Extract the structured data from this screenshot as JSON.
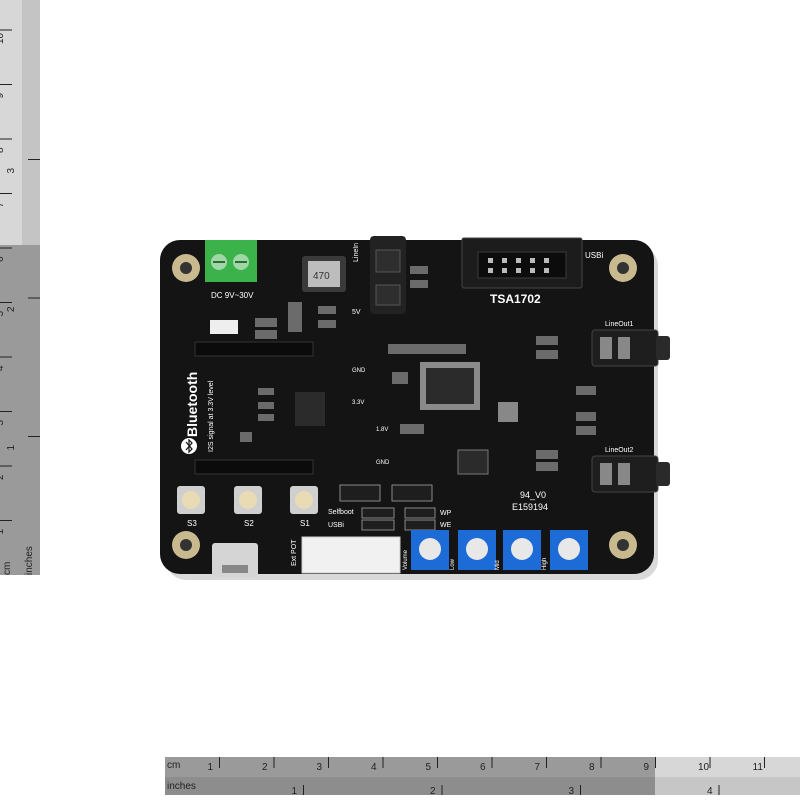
{
  "ruler": {
    "unit_cm": "cm",
    "unit_in": "inches",
    "h_cm_ticks": [
      "1",
      "2",
      "3",
      "4",
      "5",
      "6",
      "7",
      "8",
      "9",
      "10",
      "11"
    ],
    "h_in_ticks": [
      "1",
      "2",
      "3",
      "4"
    ],
    "v_cm_ticks": [
      "1",
      "2",
      "3",
      "4",
      "5",
      "6",
      "7",
      "8",
      "9",
      "10"
    ],
    "v_in_ticks": [
      "1",
      "2",
      "3"
    ]
  },
  "board": {
    "chip_label": "TSA1702",
    "usb_label": "USBi",
    "power_label": "DC 9V~30V",
    "bluetooth_label": "Bluetooth",
    "bluetooth_sub": "I2S signal at 3.3V level",
    "linein_label": "LineIn",
    "lineout1_label": "LineOut1",
    "lineout2_label": "LineOut2",
    "inductor_label": "470",
    "v5_label": "5V",
    "v33_label": "3.3V",
    "v18_label": "1.8V",
    "gnd_label": "GND",
    "selfboot_label": "Selfboot",
    "usbi_jumper_label": "USBi",
    "wp_label": "WP",
    "we_label": "WE",
    "cert_label": "94_V0",
    "cert_number": "E159194",
    "ext_pot_label": "Ext POT",
    "buttons": [
      "S3",
      "S2",
      "S1"
    ],
    "pots": [
      "Volume",
      "Low",
      "Mid",
      "High"
    ]
  },
  "colors": {
    "pcb": "#141414",
    "terminal": "#3cb34a",
    "pot": "#1d6bd6",
    "mount": "#c8b98f"
  }
}
